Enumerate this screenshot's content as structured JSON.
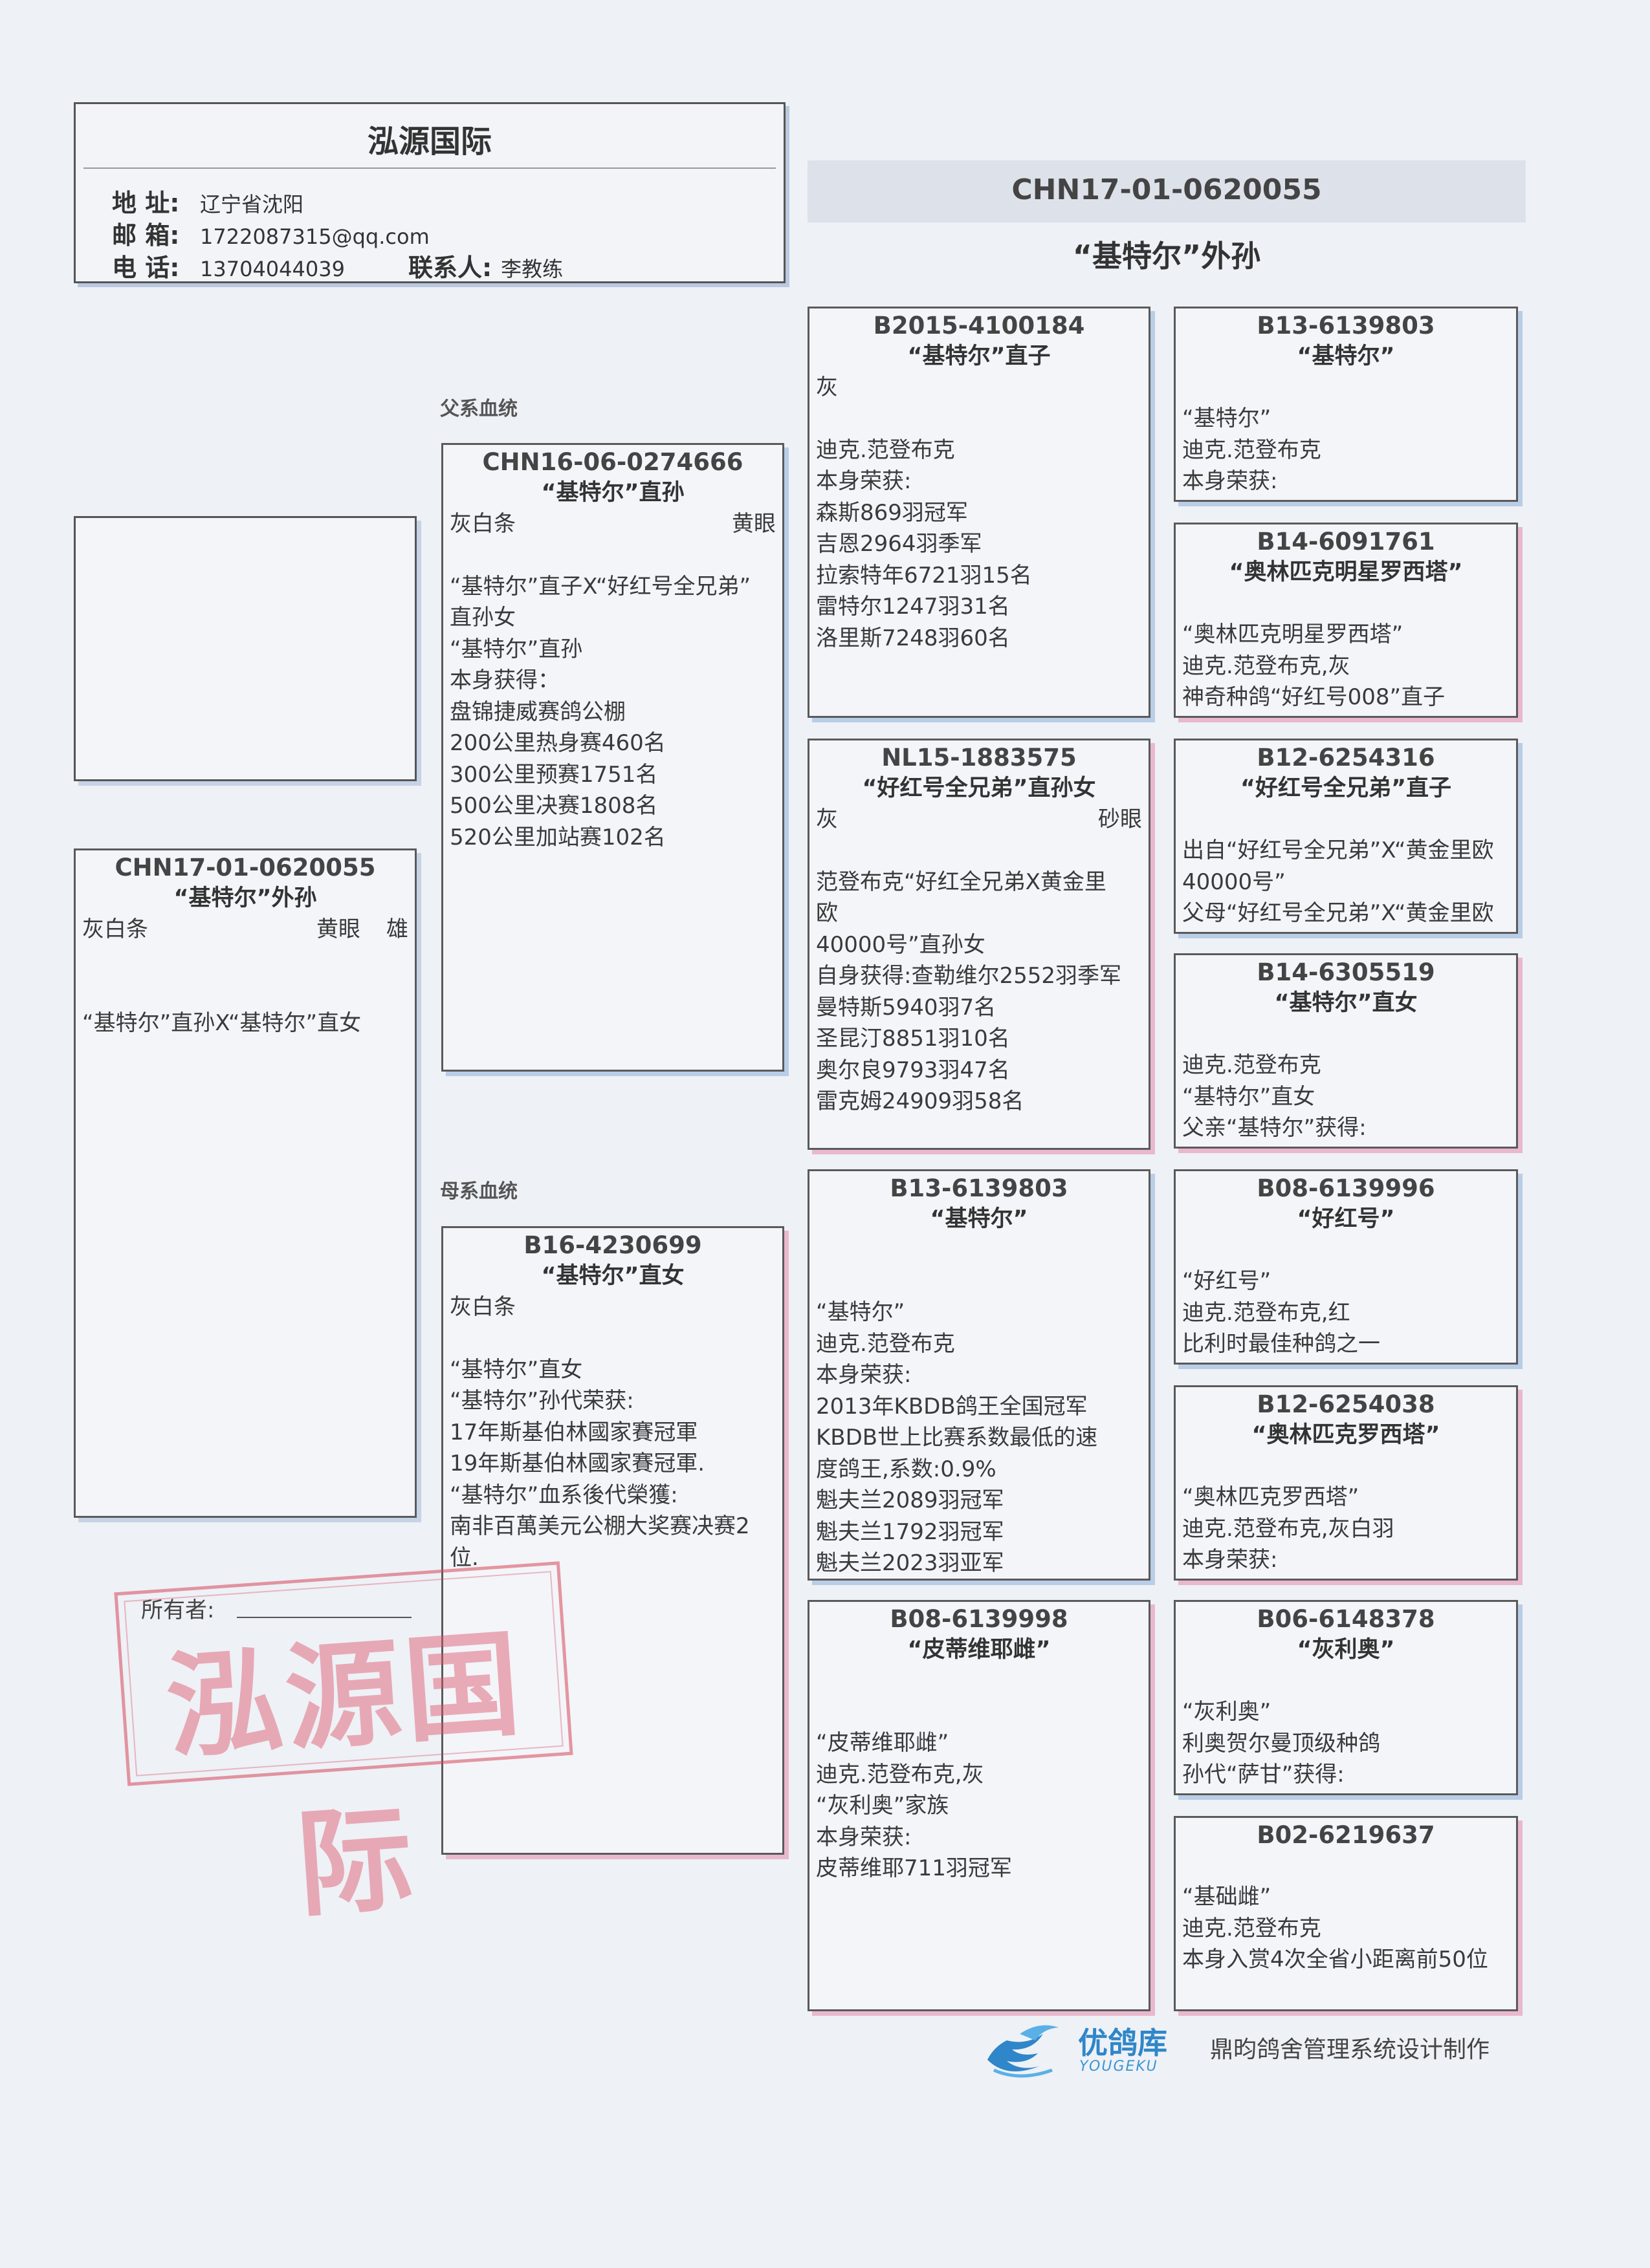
{
  "header": {
    "title": "泓源国际",
    "address_label": "地 址:",
    "address": "辽宁省沈阳",
    "email_label": "邮 箱:",
    "email": "1722087315@qq.com",
    "phone_label": "电 话:",
    "phone": "13704044039",
    "contact_label": "联系人:",
    "contact": "李教练"
  },
  "subject": {
    "ring": "CHN17-01-0620055",
    "name": "“基特尔”外孙"
  },
  "sections": {
    "sire_line": "父系血统",
    "dam_line": "母系血统"
  },
  "main_card": {
    "ring": "CHN17-01-0620055",
    "name": "“基特尔”外孙",
    "color": "灰白条",
    "eye": "黄眼",
    "sex": "雄",
    "lines": [
      "“基特尔”直孙X“基特尔”直女"
    ]
  },
  "sire": {
    "ring": "CHN16-06-0274666",
    "name": "“基特尔”直孙",
    "color": "灰白条",
    "eye": "黄眼",
    "lines": [
      "“基特尔”直子X“好红号全兄弟”",
      "直孙女",
      "“基特尔”直孙",
      "本身获得：",
      "盘锦捷威赛鸽公棚",
      "200公里热身赛460名",
      "300公里预赛1751名",
      "500公里决赛1808名",
      "520公里加站赛102名"
    ]
  },
  "dam": {
    "ring": "B16-4230699",
    "name": "“基特尔”直女",
    "color": "灰白条",
    "lines": [
      "“基特尔”直女",
      "“基特尔”孙代荣获:",
      "17年斯基伯林國家賽冠軍",
      "19年斯基伯林國家賽冠軍.",
      "“基特尔”血系後代榮獲:",
      "南非百萬美元公棚大奖赛决赛2",
      "位."
    ]
  },
  "gp_ss": {
    "ring": "B2015-4100184",
    "name": "“基特尔”直子",
    "color": "灰",
    "lines": [
      "迪克.范登布克",
      "本身荣获:",
      "森斯869羽冠军",
      "吉恩2964羽季军",
      "拉索特年6721羽15名",
      "雷特尔1247羽31名",
      "洛里斯7248羽60名"
    ]
  },
  "gp_sd": {
    "ring": "NL15-1883575",
    "name": "“好红号全兄弟”直孙女",
    "color": "灰",
    "eye": "砂眼",
    "lines": [
      "范登布克“好红全兄弟X黄金里",
      "欧",
      "40000号”直孙女",
      "自身获得:查勒维尔2552羽季军",
      "曼特斯5940羽7名",
      "圣昆汀8851羽10名",
      "奥尔良9793羽47名",
      "雷克姆24909羽58名"
    ]
  },
  "gp_ds": {
    "ring": "B13-6139803",
    "name": "“基特尔”",
    "lines": [
      "“基特尔”",
      "迪克.范登布克",
      "本身荣获:",
      "2013年KBDB鸽王全国冠军",
      "KBDB世上比赛系数最低的速",
      "度鸽王,系数:0.9%",
      "魁夫兰2089羽冠军",
      "魁夫兰1792羽冠军",
      "魁夫兰2023羽亚军"
    ]
  },
  "gp_dd": {
    "ring": "B08-6139998",
    "name": "“皮蒂维耶雌”",
    "lines": [
      "“皮蒂维耶雌”",
      "迪克.范登布克,灰",
      "“灰利奥”家族",
      "本身荣获:",
      "皮蒂维耶711羽冠军"
    ]
  },
  "ggp": [
    {
      "ring": "B13-6139803",
      "name": "“基特尔”",
      "lines": [
        "“基特尔”",
        "迪克.范登布克",
        "本身荣获:"
      ]
    },
    {
      "ring": "B14-6091761",
      "name": "“奥林匹克明星罗西塔”",
      "lines": [
        "“奥林匹克明星罗西塔”",
        "迪克.范登布克,灰",
        "神奇种鸽“好红号008”直子"
      ]
    },
    {
      "ring": "B12-6254316",
      "name": "“好红号全兄弟”直子",
      "lines": [
        "出自“好红号全兄弟”X“黄金里欧",
        "40000号”",
        "父母“好红号全兄弟”X“黄金里欧"
      ]
    },
    {
      "ring": "B14-6305519",
      "name": "“基特尔”直女",
      "lines": [
        "迪克.范登布克",
        "“基特尔”直女",
        "父亲“基特尔”获得:"
      ]
    },
    {
      "ring": "B08-6139996",
      "name": "“好红号”",
      "lines": [
        "“好红号”",
        "迪克.范登布克,红",
        "比利时最佳种鸽之一"
      ]
    },
    {
      "ring": "B12-6254038",
      "name": "“奥林匹克罗西塔”",
      "lines": [
        "“奥林匹克罗西塔”",
        "迪克.范登布克,灰白羽",
        "本身荣获:"
      ]
    },
    {
      "ring": "B06-6148378",
      "name": "“灰利奥”",
      "lines": [
        "“灰利奥”",
        "利奥贺尔曼顶级种鸽",
        "孙代“萨甘”获得:"
      ]
    },
    {
      "ring": "B02-6219637",
      "name": "",
      "lines": [
        "“基础雌”",
        "迪克.范登布克",
        "本身入赏4次全省小距离前50位"
      ]
    }
  ],
  "owner": {
    "label": "所有者:"
  },
  "stamp": {
    "text": "泓源国际"
  },
  "footer": {
    "brand": "优鸽库",
    "brand_en": "YOUGEKU",
    "maker": "鼎昀鸽舍管理系统设计制作"
  },
  "colors": {
    "male_shadow": "#b9cde6",
    "female_shadow": "#e9b8cc",
    "stamp": "#dc5064",
    "brand": "#2f86c8"
  }
}
